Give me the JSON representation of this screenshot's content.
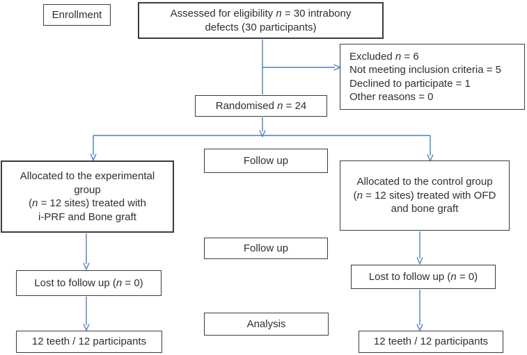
{
  "colors": {
    "arrow": "#4a7ebb",
    "border": "#3a3a3a",
    "text": "#2e2e2e",
    "bg": "#ffffff"
  },
  "nodes": {
    "enrollment": {
      "lines": [
        [
          {
            "t": "Enrollment"
          }
        ]
      ]
    },
    "assessed": {
      "lines": [
        [
          {
            "t": "Assessed for eligibility "
          },
          {
            "t": "n",
            "i": true
          },
          {
            "t": " = 30 intrabony"
          }
        ],
        [
          {
            "t": "defects (30 participants)"
          }
        ]
      ]
    },
    "excluded": {
      "lines": [
        [
          {
            "t": "Excluded "
          },
          {
            "t": "n",
            "i": true
          },
          {
            "t": " = 6"
          }
        ],
        [
          {
            "t": "Not meeting inclusion criteria = 5"
          }
        ],
        [
          {
            "t": "Declined to participate = 1"
          }
        ],
        [
          {
            "t": "Other reasons = 0"
          }
        ]
      ]
    },
    "randomised": {
      "lines": [
        [
          {
            "t": "Randomised "
          },
          {
            "t": "n",
            "i": true
          },
          {
            "t": " = 24"
          }
        ]
      ]
    },
    "followup1": {
      "lines": [
        [
          {
            "t": "Follow up"
          }
        ]
      ]
    },
    "followup2": {
      "lines": [
        [
          {
            "t": "Follow up"
          }
        ]
      ]
    },
    "analysis": {
      "lines": [
        [
          {
            "t": "Analysis"
          }
        ]
      ]
    },
    "alloc_experimental": {
      "lines": [
        [
          {
            "t": "Allocated to the experimental"
          }
        ],
        [
          {
            "t": "group"
          }
        ],
        [
          {
            "t": "("
          },
          {
            "t": "n",
            "i": true
          },
          {
            "t": " = 12 sites) treated with"
          }
        ],
        [
          {
            "t": "i-PRF and Bone graft"
          }
        ]
      ]
    },
    "alloc_control": {
      "lines": [
        [
          {
            "t": "Allocated to the control group"
          }
        ],
        [
          {
            "t": "("
          },
          {
            "t": "n",
            "i": true
          },
          {
            "t": " = 12 sites) treated with OFD"
          }
        ],
        [
          {
            "t": "and bone graft"
          }
        ]
      ]
    },
    "lost_experimental": {
      "lines": [
        [
          {
            "t": "Lost to follow up ("
          },
          {
            "t": "n",
            "i": true
          },
          {
            "t": " = 0)"
          }
        ]
      ]
    },
    "lost_control": {
      "lines": [
        [
          {
            "t": "Lost to follow up ("
          },
          {
            "t": "n",
            "i": true
          },
          {
            "t": " = 0)"
          }
        ]
      ]
    },
    "analysed_experimental": {
      "lines": [
        [
          {
            "t": "12 teeth / 12 participants"
          }
        ]
      ]
    },
    "analysed_control": {
      "lines": [
        [
          {
            "t": "12 teeth / 12 participants"
          }
        ]
      ]
    }
  }
}
